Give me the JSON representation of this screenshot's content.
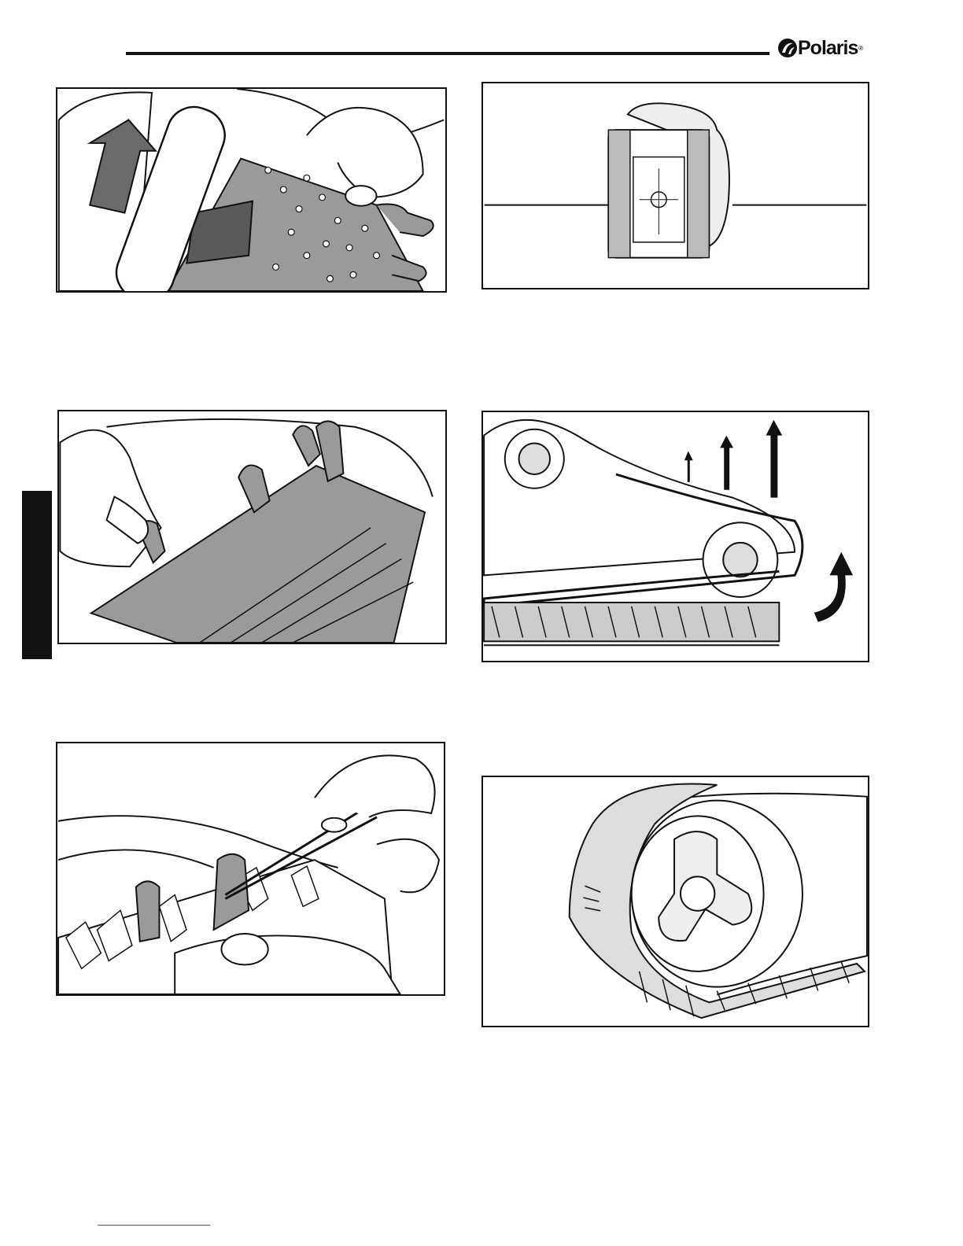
{
  "header": {
    "brand": "Polaris",
    "brand_mark": "®"
  },
  "figures": [
    {
      "id": "fig-1",
      "subject": "replacing-brush"
    },
    {
      "id": "fig-2",
      "subject": "cleaner-underside"
    },
    {
      "id": "fig-3",
      "subject": "brush-tabs"
    },
    {
      "id": "fig-4",
      "subject": "removing-track"
    },
    {
      "id": "fig-5",
      "subject": "trimming-tabs"
    },
    {
      "id": "fig-6",
      "subject": "installing-track"
    }
  ],
  "colors": {
    "ink": "#111111",
    "gray": "#8a8a8a",
    "dark_gray": "#666666",
    "link": "#3355cc"
  }
}
